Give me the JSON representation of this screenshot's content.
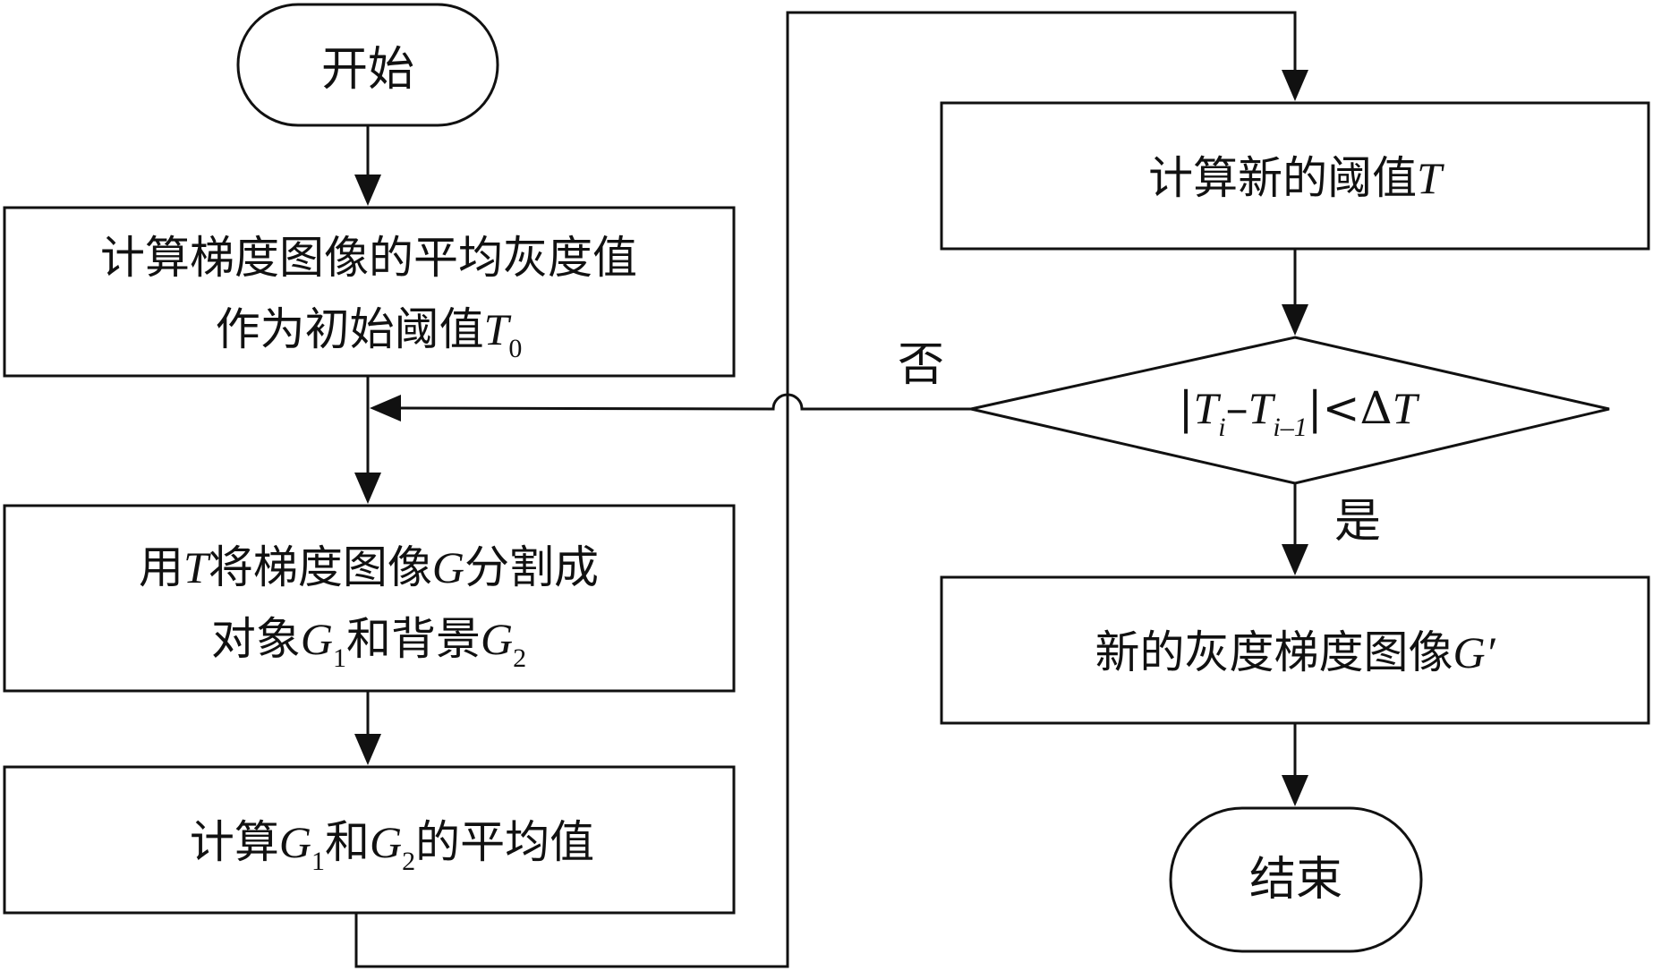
{
  "flowchart": {
    "start": "开始",
    "step1_line1": "计算梯度图像的平均灰度值",
    "step1_line2_prefix": "作为初始阈值",
    "step1_line2_var": "T",
    "step1_line2_sub": "0",
    "step2_line1_a": "用",
    "step2_line1_var1": "T",
    "step2_line1_b": "将梯度图像",
    "step2_line1_var2": "G",
    "step2_line1_c": "分割成",
    "step2_line2_a": "对象",
    "step2_line2_var1": "G",
    "step2_line2_sub1": "1",
    "step2_line2_b": "和背景",
    "step2_line2_var2": "G",
    "step2_line2_sub2": "2",
    "step3_a": "计算",
    "step3_var1": "G",
    "step3_sub1": "1",
    "step3_b": "和",
    "step3_var2": "G",
    "step3_sub2": "2",
    "step3_c": "的平均值",
    "step4_prefix": "计算新的阈值",
    "step4_var": "T",
    "decision_bar1": "|",
    "decision_var1": "T",
    "decision_sub1": "i",
    "decision_minus": "–",
    "decision_var2": "T",
    "decision_sub2": "i–1",
    "decision_bar2": "|<Δ",
    "decision_var3": "T",
    "no_label": "否",
    "yes_label": "是",
    "step5_prefix": "新的灰度梯度图像",
    "step5_var": "G′",
    "end": "结束"
  }
}
